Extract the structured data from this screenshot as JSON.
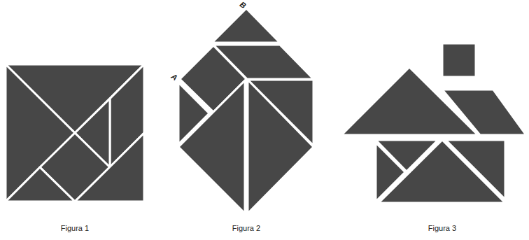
{
  "diagram": {
    "labels": [
      "B",
      "A",
      "Figura 1",
      "Figura 2",
      "Figura 3"
    ]
  }
}
